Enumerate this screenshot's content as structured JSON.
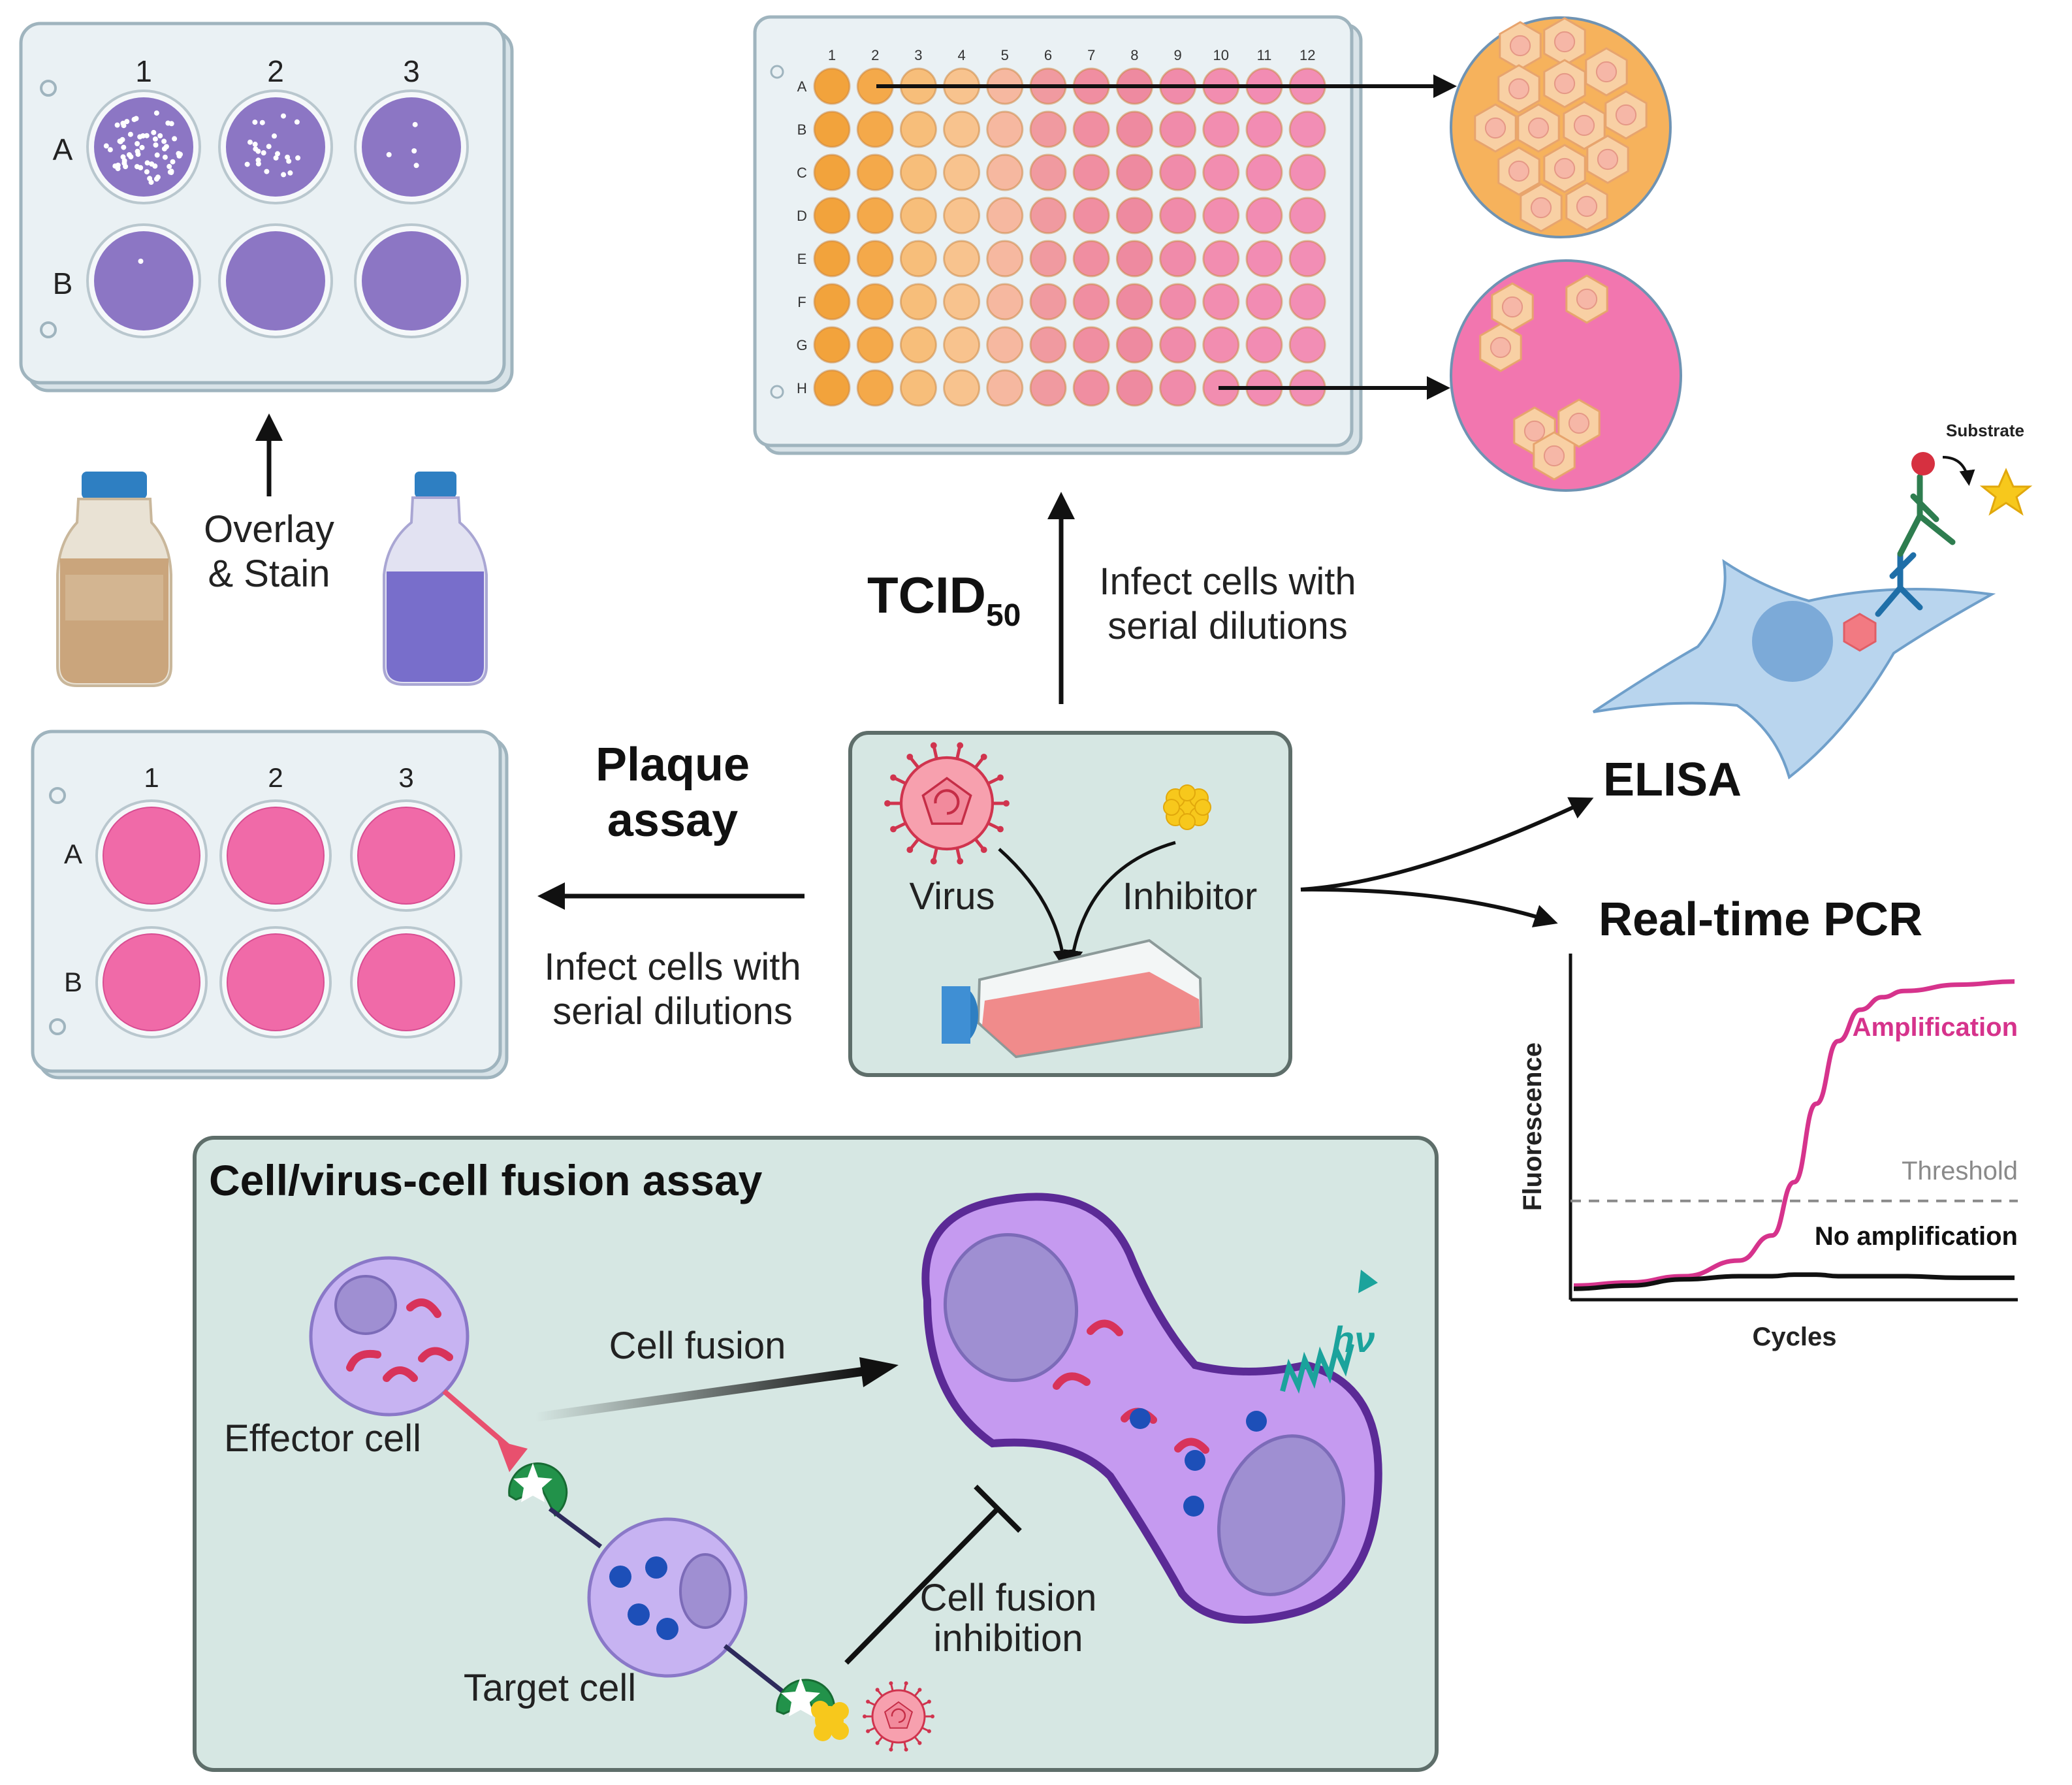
{
  "plaque_plate_top": {
    "columns": [
      "1",
      "2",
      "3"
    ],
    "rows": [
      "A",
      "B"
    ]
  },
  "overlay_stain": {
    "line1": "Overlay",
    "line2": "& Stain"
  },
  "plaque_plate_bottom": {
    "columns": [
      "1",
      "2",
      "3"
    ],
    "rows": [
      "A",
      "B"
    ]
  },
  "plaque_assay": {
    "title_line1": "Plaque",
    "title_line2": "assay",
    "step_line1": "Infect cells with",
    "step_line2": "serial dilutions"
  },
  "tcid_plate": {
    "columns": [
      "1",
      "2",
      "3",
      "4",
      "5",
      "6",
      "7",
      "8",
      "9",
      "10",
      "11",
      "12"
    ],
    "rows": [
      "A",
      "B",
      "C",
      "D",
      "E",
      "F",
      "G",
      "H"
    ],
    "colors": [
      "#F2A33C",
      "#F4A94A",
      "#F7BE7A",
      "#F8C38E",
      "#F6B8A0",
      "#F09AA0",
      "#F08EA1",
      "#EE8AA0",
      "#F08BAA",
      "#F28DB0",
      "#F28CB3",
      "#F28EB5"
    ]
  },
  "tcid50": {
    "title": "TCID",
    "subscript": "50",
    "step_line1": "Infect cells with",
    "step_line2": "serial dilutions"
  },
  "center_box": {
    "virus_label": "Virus",
    "inhibitor_label": "Inhibitor"
  },
  "elisa": {
    "label": "ELISA",
    "substrate_label": "Substrate"
  },
  "pcr": {
    "title": "Real-time PCR",
    "y_label": "Fluorescence",
    "x_label": "Cycles",
    "amplification_label": "Amplification",
    "threshold_label": "Threshold",
    "no_amplification_label": "No amplification"
  },
  "chart_data": {
    "type": "line",
    "title": "Real-time PCR",
    "xlabel": "Cycles",
    "ylabel": "Fluorescence",
    "x": [
      0,
      5,
      10,
      15,
      18,
      20,
      22,
      24,
      26,
      28,
      30,
      35,
      40
    ],
    "series": [
      {
        "name": "Amplification",
        "color": "#D6338C",
        "values": [
          0.02,
          0.03,
          0.05,
          0.1,
          0.18,
          0.35,
          0.6,
          0.8,
          0.9,
          0.94,
          0.96,
          0.98,
          0.99
        ]
      },
      {
        "name": "No amplification",
        "color": "#111111",
        "values": [
          0.01,
          0.02,
          0.04,
          0.05,
          0.05,
          0.055,
          0.055,
          0.05,
          0.05,
          0.05,
          0.05,
          0.045,
          0.045
        ]
      }
    ],
    "threshold": 0.29,
    "threshold_label": "Threshold",
    "ylim": [
      0,
      1
    ],
    "grid": false
  },
  "fusion": {
    "title": "Cell/virus-cell fusion assay",
    "effector_label": "Effector cell",
    "target_label": "Target cell",
    "cell_fusion_label": "Cell fusion",
    "inhibition_line1": "Cell fusion",
    "inhibition_line2": "inhibition",
    "hv_label": "hν"
  },
  "colors": {
    "plate_bg": "#EAF1F4",
    "plate_border": "#9FB4BE",
    "purple_well": "#8C76C4",
    "pink_well": "#F06AA8",
    "box_fill": "#D6E7E3",
    "box_border": "#5E6E6A",
    "cell_purple": "#C7B3F2",
    "fused_cell": "#C59AF0",
    "teal": "#1BA39C"
  }
}
